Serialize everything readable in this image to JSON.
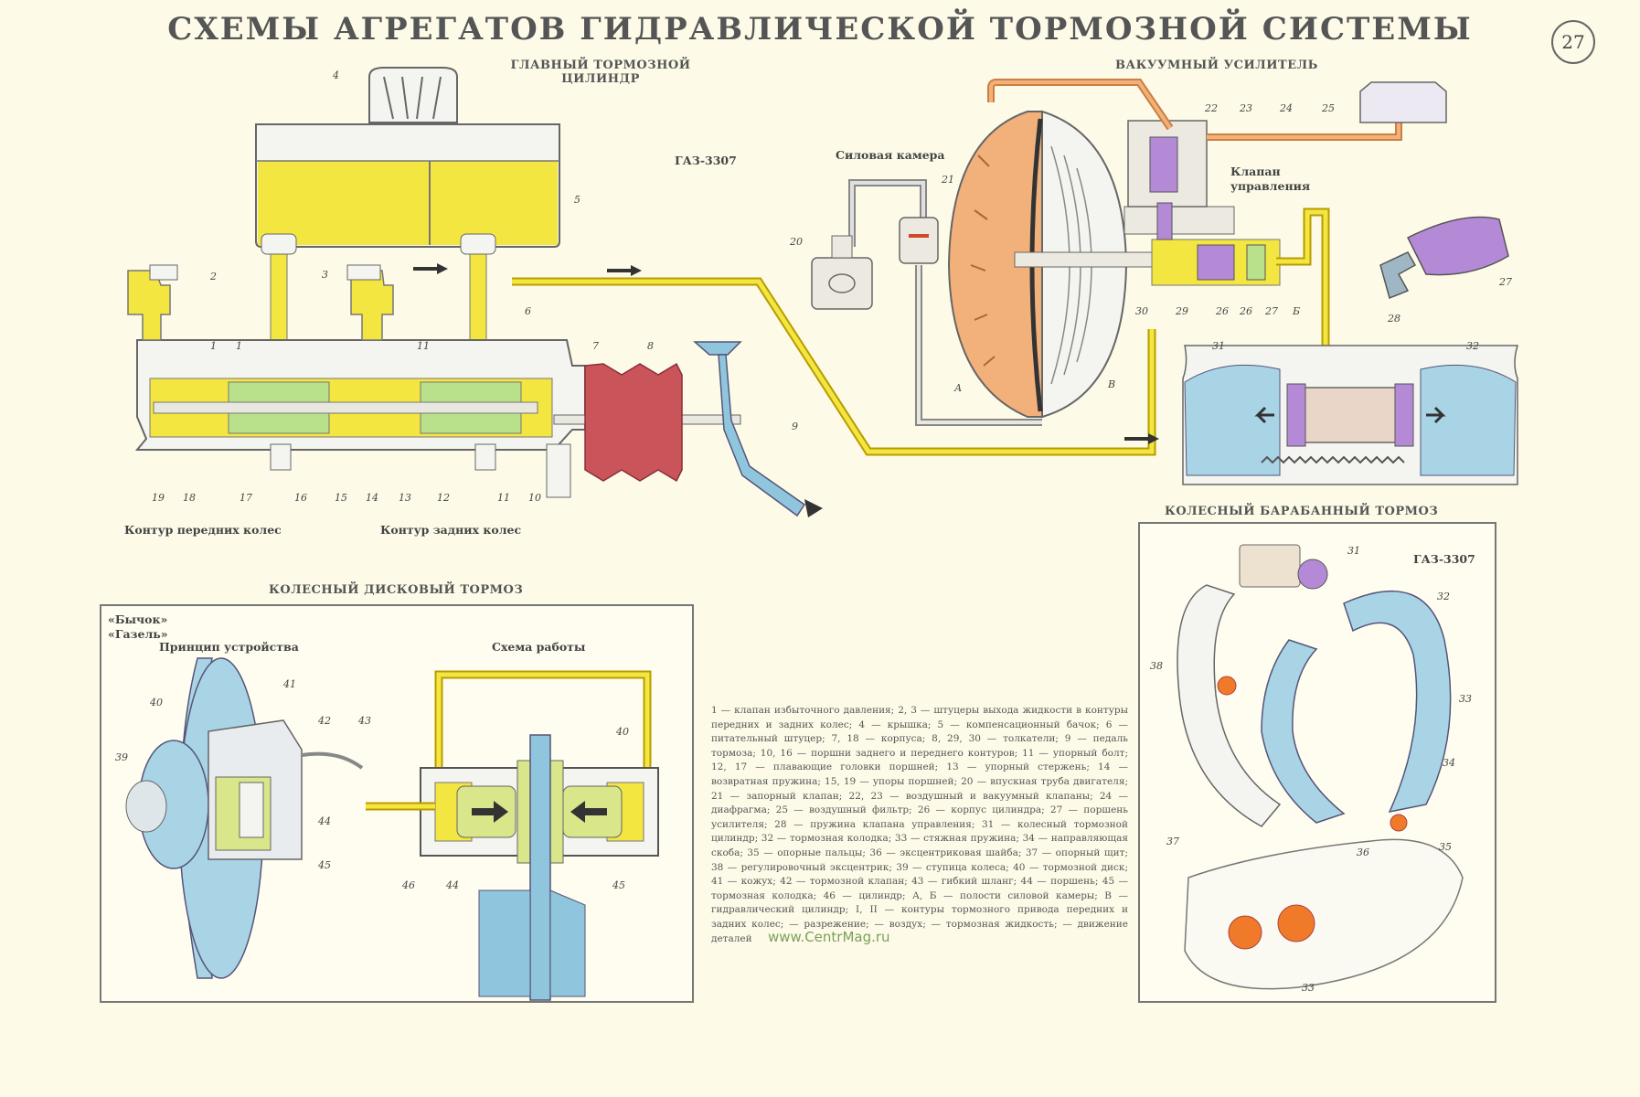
{
  "title": "СХЕМЫ АГРЕГАТОВ ГИДРАВЛИЧЕСКОЙ ТОРМОЗНОЙ СИСТЕМЫ",
  "page_number": "27",
  "master_cylinder": {
    "heading_line1": "ГЛАВНЫЙ ТОРМОЗНОЙ",
    "heading_line2": "ЦИЛИНДР",
    "model": "ГАЗ-3307",
    "circuit_front": "Контур передних колес",
    "circuit_rear": "Контур задних колес",
    "callouts_top": [
      "4",
      "2",
      "1",
      "1",
      "3",
      "11",
      "5",
      "6",
      "7",
      "8",
      "9"
    ],
    "callouts_bottom": [
      "19",
      "18",
      "17",
      "16",
      "15",
      "14",
      "13",
      "12",
      "11",
      "10"
    ]
  },
  "vacuum_booster": {
    "heading": "ВАКУУМНЫЙ УСИЛИТЕЛЬ",
    "power_chamber": "Силовая камера",
    "control_valve_line1": "Клапан",
    "control_valve_line2": "управления",
    "callouts": [
      "20",
      "21",
      "22",
      "23",
      "24",
      "25",
      "26",
      "27",
      "28",
      "29",
      "30",
      "31",
      "32",
      "26",
      "27",
      "Б",
      "А",
      "В"
    ]
  },
  "drum_brake": {
    "heading": "КОЛЕСНЫЙ БАРАБАННЫЙ ТОРМОЗ",
    "model": "ГАЗ-3307",
    "callouts": [
      "31",
      "32",
      "33",
      "34",
      "35",
      "36",
      "37",
      "38",
      "33"
    ]
  },
  "disc_brake": {
    "heading": "КОЛЕСНЫЙ ДИСКОВЫЙ ТОРМОЗ",
    "variant1": "«Бычок»",
    "variant2": "«Газель»",
    "principle": "Принцип устройства",
    "operation": "Схема работы",
    "callouts": [
      "40",
      "41",
      "42",
      "43",
      "39",
      "44",
      "45",
      "40",
      "46",
      "44",
      "45"
    ]
  },
  "legend_text": "1 — клапан избыточного давления; 2, 3 — штуцеры выхода жидкости в контуры передних и задних колес; 4 — крышка; 5 — компенсационный бачок; 6 — питательный штуцер; 7, 18 — корпуса; 8, 29, 30 — толкатели; 9 — педаль тормоза; 10, 16 — поршни заднего и переднего контуров; 11 — упорный болт; 12, 17 — плавающие головки поршней; 13 — упорный стержень; 14 — возвратная пружина; 15, 19 — упоры поршней; 20 — впускная труба двигателя; 21 — запорный клапан; 22, 23 — воздушный и вакуумный клапаны; 24 — диафрагма; 25 — воздушный фильтр; 26 — корпус цилиндра; 27 — поршень усилителя; 28 — пружина клапана управления; 31 — колесный тормозной цилиндр; 32 — тормозная колодка; 33 — стяжная пружина; 34 — направляющая скоба; 35 — опорные пальцы; 36 — эксцентриковая шайба; 37 — опорный щит; 38 — регулировочный эксцентрик; 39 — ступица колеса; 40 — тормозной диск; 41 — кожух; 42 — тормозной клапан; 43 — гибкий шланг; 44 — поршень; 45 — тормозная колодка; 46 — цилиндр; А, Б — полости силовой камеры; В — гидравлический цилиндр; I, II — контуры тормозного привода передних и задних колес; — разрежение; — воздух; — тормозная жидкость; — движение деталей",
  "watermark": "www.CentrMag.ru",
  "colors": {
    "fluid": "#f3e640",
    "piston": "#b9e08a",
    "body": "#f4f4f0",
    "booster": "#f2b07a",
    "bellows": "#c9545a",
    "pedal": "#8fc6de",
    "drum": "#a8d4e6",
    "cylinder": "#b48ad6"
  }
}
